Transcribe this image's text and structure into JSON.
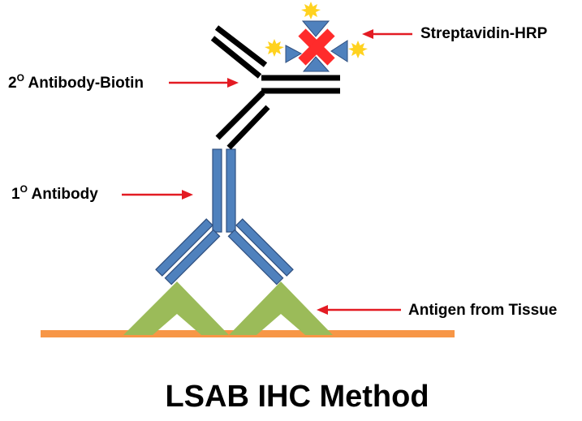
{
  "labels": {
    "streptavidin": "Streptavidin-HRP",
    "secondary_prefix": "2",
    "secondary_sup": "O",
    "secondary_rest": " Antibody-Biotin",
    "primary_prefix": "1",
    "primary_sup": "O",
    "primary_rest": " Antibody",
    "antigen": "Antigen from Tissue"
  },
  "title": "LSAB IHC Method",
  "colors": {
    "arrow": "#e31b23",
    "primary_antibody": "#4f81bd",
    "secondary_antibody": "#000000",
    "antigen": "#9bbb59",
    "tissue": "#f79646",
    "hrp": "#ff2b2b",
    "biotin_star": "#ffd21f"
  }
}
